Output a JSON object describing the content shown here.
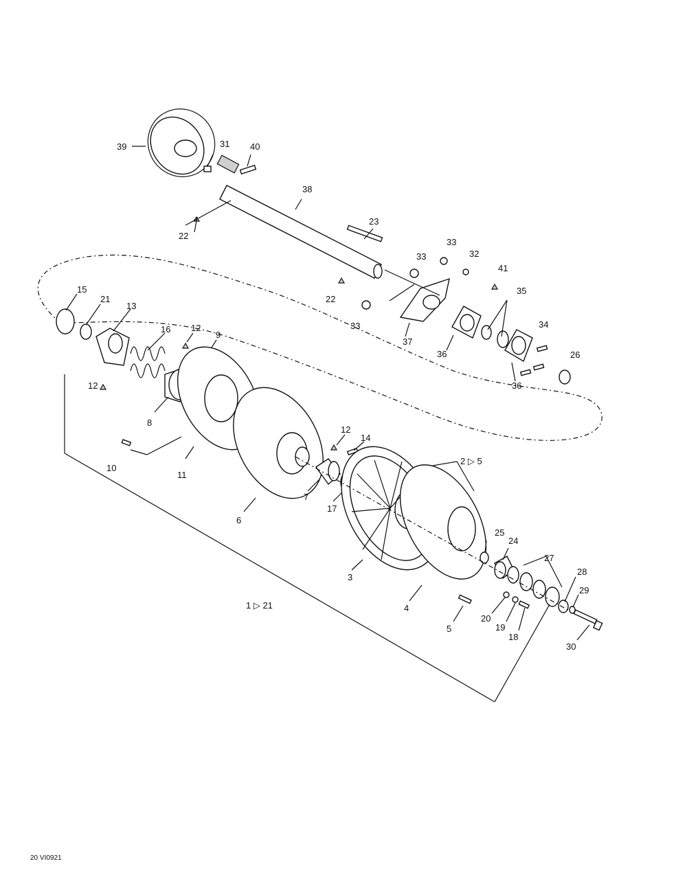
{
  "labels": [
    {
      "id": "p39",
      "text": "39"
    },
    {
      "id": "p31",
      "text": "31"
    },
    {
      "id": "p40",
      "text": "40"
    },
    {
      "id": "p38",
      "text": "38"
    },
    {
      "id": "p22a",
      "text": "22"
    },
    {
      "id": "p23",
      "text": "23"
    },
    {
      "id": "p22b",
      "text": "22"
    },
    {
      "id": "p33a",
      "text": "33"
    },
    {
      "id": "p33b",
      "text": "33"
    },
    {
      "id": "p32",
      "text": "32"
    },
    {
      "id": "p41",
      "text": "41"
    },
    {
      "id": "p35",
      "text": "35"
    },
    {
      "id": "p33c",
      "text": "33"
    },
    {
      "id": "p37",
      "text": "37"
    },
    {
      "id": "p36a",
      "text": "36"
    },
    {
      "id": "p34",
      "text": "34"
    },
    {
      "id": "p26",
      "text": "26"
    },
    {
      "id": "p36b",
      "text": "36"
    },
    {
      "id": "p15",
      "text": "15"
    },
    {
      "id": "p21",
      "text": "21"
    },
    {
      "id": "p13",
      "text": "13"
    },
    {
      "id": "p16",
      "text": "16"
    },
    {
      "id": "p12a",
      "text": "12"
    },
    {
      "id": "p9",
      "text": "9"
    },
    {
      "id": "p12b",
      "text": "12"
    },
    {
      "id": "p8",
      "text": "8"
    },
    {
      "id": "p10",
      "text": "10"
    },
    {
      "id": "p11",
      "text": "11"
    },
    {
      "id": "p6",
      "text": "6"
    },
    {
      "id": "p12c",
      "text": "12"
    },
    {
      "id": "p14",
      "text": "14"
    },
    {
      "id": "p7",
      "text": "7"
    },
    {
      "id": "p17",
      "text": "17"
    },
    {
      "id": "p2to5",
      "text": "2 ▷ 5"
    },
    {
      "id": "p25",
      "text": "25"
    },
    {
      "id": "p24",
      "text": "24"
    },
    {
      "id": "p27",
      "text": "27"
    },
    {
      "id": "p3",
      "text": "3"
    },
    {
      "id": "p28",
      "text": "28"
    },
    {
      "id": "p29",
      "text": "29"
    },
    {
      "id": "p4",
      "text": "4"
    },
    {
      "id": "p20",
      "text": "20"
    },
    {
      "id": "p19",
      "text": "19"
    },
    {
      "id": "p18",
      "text": "18"
    },
    {
      "id": "p5",
      "text": "5"
    },
    {
      "id": "p30",
      "text": "30"
    },
    {
      "id": "p1to21",
      "text": "1 ▷ 21"
    }
  ],
  "footer_ref": "20 VI0921"
}
